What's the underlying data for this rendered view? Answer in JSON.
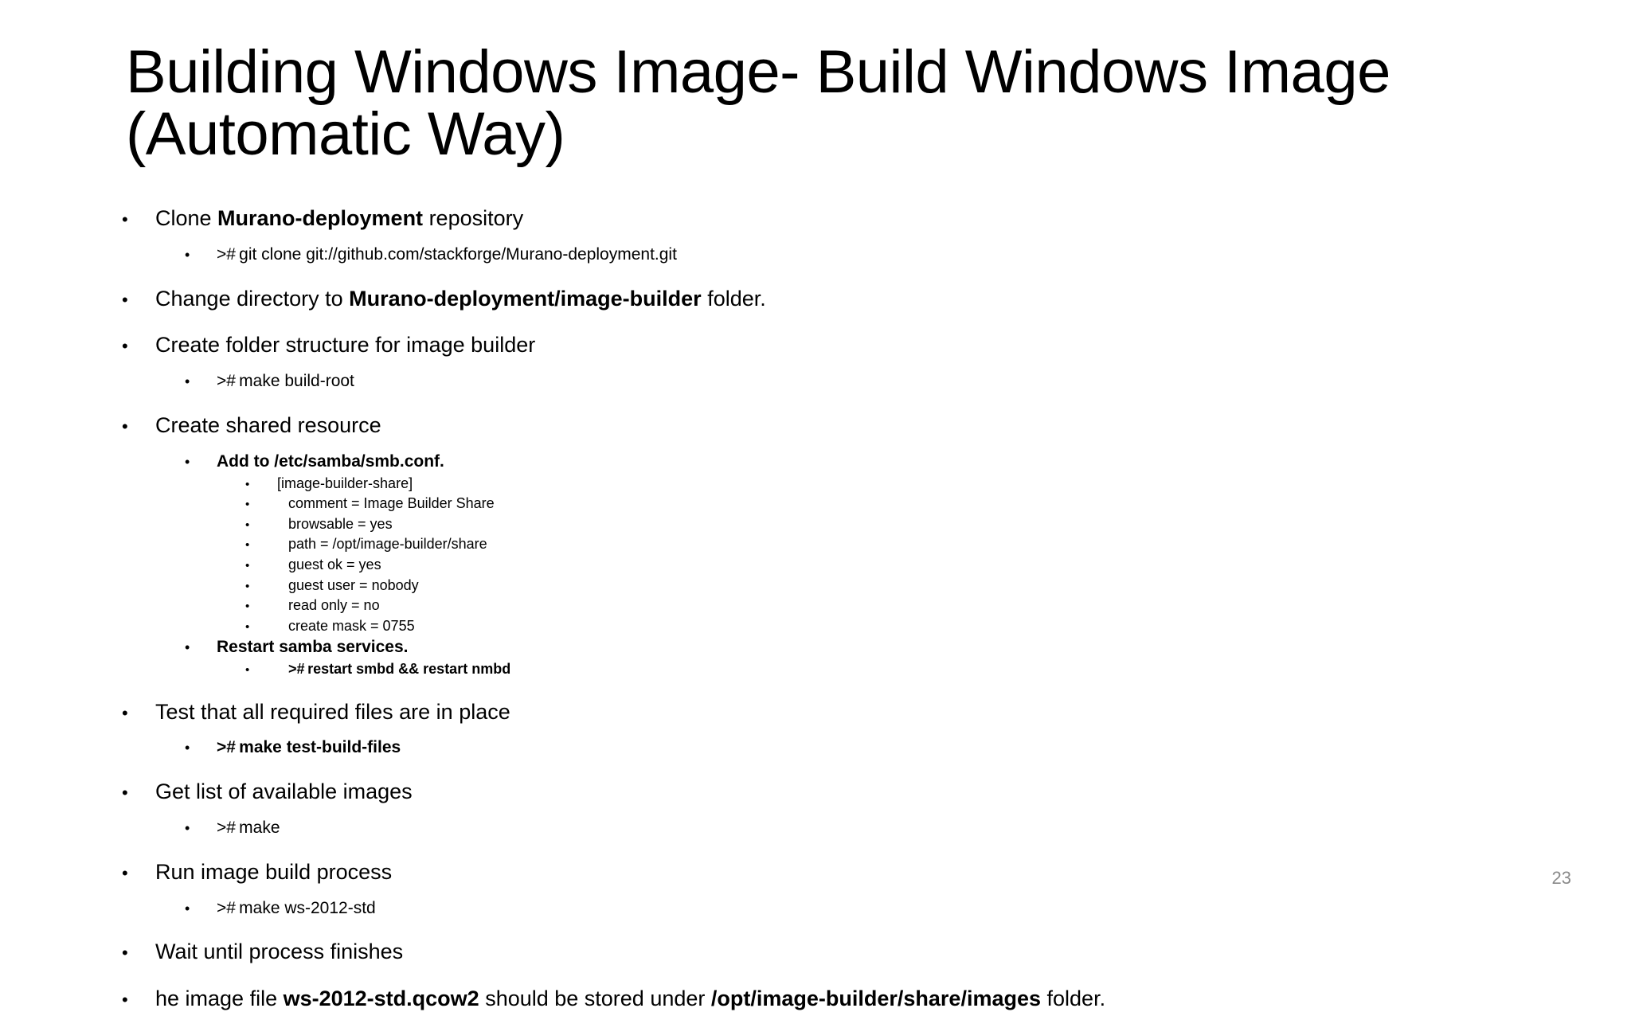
{
  "slide": {
    "title": "Building Windows Image- Build Windows Image (Automatic Way)",
    "page_number": "23",
    "page_number_color": "#8a8a8a",
    "background_color": "#ffffff",
    "text_color": "#000000",
    "bullet_glyph": "•"
  },
  "content": [
    {
      "level": 1,
      "segments": [
        {
          "text": "Clone ",
          "bold": false
        },
        {
          "text": "Murano-deployment",
          "bold": true
        },
        {
          "text": " repository",
          "bold": false
        }
      ]
    },
    {
      "level": 2,
      "segments": [
        {
          "text": "># git clone git://github.com/stackforge/Murano-deployment.git",
          "bold": false
        }
      ]
    },
    {
      "level": 1,
      "segments": [
        {
          "text": "Change directory to ",
          "bold": false
        },
        {
          "text": "Murano-deployment/image-builder",
          "bold": true
        },
        {
          "text": " folder.",
          "bold": false
        }
      ]
    },
    {
      "level": 1,
      "segments": [
        {
          "text": "Create folder structure for image builder",
          "bold": false
        }
      ]
    },
    {
      "level": 2,
      "segments": [
        {
          "text": "># make build-root",
          "bold": false
        }
      ]
    },
    {
      "level": 1,
      "segments": [
        {
          "text": "Create shared resource",
          "bold": false
        }
      ]
    },
    {
      "level": 2,
      "segments": [
        {
          "text": "Add to /etc/samba/smb.conf.",
          "bold": true
        }
      ]
    },
    {
      "level": 3,
      "segments": [
        {
          "text": "[image-builder-share]",
          "bold": false
        }
      ]
    },
    {
      "level": 3,
      "indent_more": true,
      "segments": [
        {
          "text": "comment = Image Builder Share",
          "bold": false
        }
      ]
    },
    {
      "level": 3,
      "indent_more": true,
      "segments": [
        {
          "text": "browsable = yes",
          "bold": false
        }
      ]
    },
    {
      "level": 3,
      "indent_more": true,
      "segments": [
        {
          "text": "path = /opt/image-builder/share",
          "bold": false
        }
      ]
    },
    {
      "level": 3,
      "indent_more": true,
      "segments": [
        {
          "text": "guest ok = yes",
          "bold": false
        }
      ]
    },
    {
      "level": 3,
      "indent_more": true,
      "segments": [
        {
          "text": "guest user = nobody",
          "bold": false
        }
      ]
    },
    {
      "level": 3,
      "indent_more": true,
      "segments": [
        {
          "text": "read only = no",
          "bold": false
        }
      ]
    },
    {
      "level": 3,
      "indent_more": true,
      "segments": [
        {
          "text": "create mask = 0755",
          "bold": false
        }
      ]
    },
    {
      "level": 2,
      "segments": [
        {
          "text": "Restart samba services.",
          "bold": true
        }
      ]
    },
    {
      "level": 3,
      "indent_more": true,
      "segments": [
        {
          "text": "># restart smbd && restart nmbd",
          "bold": true
        }
      ]
    },
    {
      "level": 1,
      "segments": [
        {
          "text": "Test that all required files are in place",
          "bold": false
        }
      ]
    },
    {
      "level": 2,
      "segments": [
        {
          "text": "># make test-build-files",
          "bold": true
        }
      ]
    },
    {
      "level": 1,
      "segments": [
        {
          "text": "Get list of available images",
          "bold": false
        }
      ]
    },
    {
      "level": 2,
      "segments": [
        {
          "text": "># make",
          "bold": false
        }
      ]
    },
    {
      "level": 1,
      "segments": [
        {
          "text": "Run image build process",
          "bold": false
        }
      ]
    },
    {
      "level": 2,
      "segments": [
        {
          "text": "># make ws-2012-std",
          "bold": false
        }
      ]
    },
    {
      "level": 1,
      "segments": [
        {
          "text": "Wait until process finishes",
          "bold": false
        }
      ]
    },
    {
      "level": 1,
      "segments": [
        {
          "text": "he image file ",
          "bold": false
        },
        {
          "text": "ws-2012-std.qcow2",
          "bold": true
        },
        {
          "text": " should be stored under ",
          "bold": false
        },
        {
          "text": "/opt/image-builder/share/images",
          "bold": true
        },
        {
          "text": " folder.",
          "bold": false
        }
      ]
    }
  ]
}
